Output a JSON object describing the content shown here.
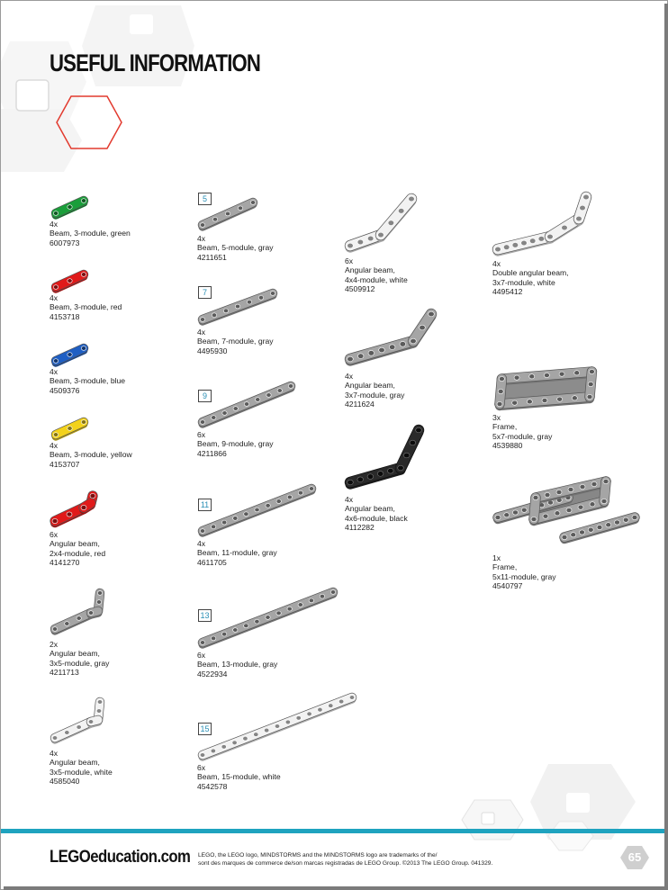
{
  "title": "USEFUL INFORMATION",
  "colors": {
    "accent": "#1fa3bf",
    "hex_outline": "#e23a2e",
    "page_number_bg": "#cfcfcf"
  },
  "parts": [
    {
      "qty": "4x",
      "name": "Beam, 3-module, green",
      "id": "6007973",
      "color": "#1a9e3a",
      "shape": "beam"
    },
    {
      "qty": "4x",
      "name": "Beam, 3-module, red",
      "id": "4153718",
      "color": "#e01a1a",
      "shape": "beam"
    },
    {
      "qty": "4x",
      "name": "Beam, 3-module, blue",
      "id": "4509376",
      "color": "#1f5fc4",
      "shape": "beam"
    },
    {
      "qty": "4x",
      "name": "Beam, 3-module, yellow",
      "id": "4153707",
      "color": "#f3d21a",
      "shape": "beam"
    },
    {
      "qty": "6x",
      "name1": "Angular beam,",
      "name2": "2x4-module, red",
      "id": "4141270",
      "color": "#e01a1a",
      "shape": "angular"
    },
    {
      "qty": "2x",
      "name1": "Angular beam,",
      "name2": "3x5-module, gray",
      "id": "4211713",
      "color": "#a5a5a5",
      "shape": "angular"
    },
    {
      "qty": "4x",
      "name1": "Angular beam,",
      "name2": "3x5-module, white",
      "id": "4585040",
      "color": "#f2f2f2",
      "shape": "angular"
    },
    {
      "badge": "5",
      "qty": "4x",
      "name": "Beam, 5-module, gray",
      "id": "4211651",
      "color": "#a5a5a5",
      "shape": "beam"
    },
    {
      "badge": "7",
      "qty": "4x",
      "name": "Beam, 7-module, gray",
      "id": "4495930",
      "color": "#a5a5a5",
      "shape": "beam"
    },
    {
      "badge": "9",
      "qty": "6x",
      "name": "Beam, 9-module, gray",
      "id": "4211866",
      "color": "#a5a5a5",
      "shape": "beam"
    },
    {
      "badge": "11",
      "qty": "4x",
      "name": "Beam, 11-module, gray",
      "id": "4611705",
      "color": "#a5a5a5",
      "shape": "beam"
    },
    {
      "badge": "13",
      "qty": "6x",
      "name": "Beam, 13-module, gray",
      "id": "4522934",
      "color": "#a5a5a5",
      "shape": "beam"
    },
    {
      "badge": "15",
      "qty": "6x",
      "name": "Beam, 15-module, white",
      "id": "4542578",
      "color": "#f2f2f2",
      "shape": "beam"
    },
    {
      "qty": "6x",
      "name1": "Angular beam,",
      "name2": "4x4-module, white",
      "id": "4509912",
      "color": "#f2f2f2",
      "shape": "bent"
    },
    {
      "qty": "4x",
      "name1": "Angular beam,",
      "name2": "3x7-module, gray",
      "id": "4211624",
      "color": "#a5a5a5",
      "shape": "bent"
    },
    {
      "qty": "4x",
      "name1": "Angular beam,",
      "name2": "4x6-module, black",
      "id": "4112282",
      "color": "#2a2a2a",
      "shape": "bent"
    },
    {
      "qty": "4x",
      "name1": "Double angular beam,",
      "name2": "3x7-module, white",
      "id": "4495412",
      "color": "#f2f2f2",
      "shape": "double"
    },
    {
      "qty": "3x",
      "name1": "Frame,",
      "name2": "5x7-module, gray",
      "id": "4539880",
      "color": "#a5a5a5",
      "shape": "frame"
    },
    {
      "qty": "1x",
      "name1": "Frame,",
      "name2": "5x11-module, gray",
      "id": "4540797",
      "color": "#a5a5a5",
      "shape": "frame-long"
    }
  ],
  "footer": {
    "website": "LEGOeducation.com",
    "legal_line1": "LEGO, the LEGO logo, MINDSTORMS and the MINDSTORMS logo are trademarks of the/",
    "legal_line2": "sont des marques de commerce de/son marcas registradas de LEGO Group. ©2013 The LEGO Group. 041329.",
    "page_number": "65"
  }
}
